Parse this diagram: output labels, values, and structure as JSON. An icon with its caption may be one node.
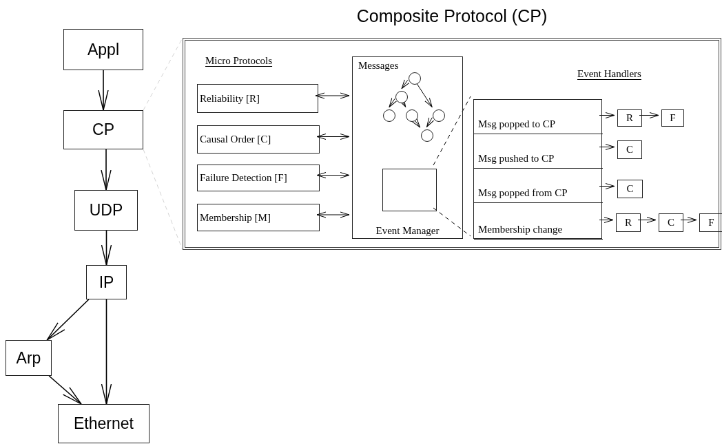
{
  "diagram": {
    "nodes": [
      {
        "text": [
          "Appl"
        ]
      },
      {
        "text": [
          "CP"
        ]
      },
      {
        "text": [
          "UDP"
        ]
      },
      {
        "text": [
          "IP"
        ]
      },
      {
        "text": [
          "Arp"
        ]
      },
      {
        "text": [
          "Ethernet"
        ]
      },
      {
        "text": [
          "Composite Protocol (CP)"
        ]
      },
      {
        "text": [
          "Reliability [R]"
        ],
        "in": 6
      },
      {
        "text": [
          "Causal Order [C]"
        ],
        "in": 6
      },
      {
        "text": [
          "Failure Detection [F]"
        ],
        "in": 6
      },
      {
        "text": [
          "Membership [M]"
        ],
        "in": 6
      },
      {
        "text": [
          "Messages",
          "Event Manager"
        ],
        "in": 6
      },
      {
        "text": [],
        "shape": "circle",
        "in": 11
      },
      {
        "text": [],
        "shape": "circle",
        "in": 11
      },
      {
        "text": [],
        "shape": "circle",
        "in": 11
      },
      {
        "text": [],
        "shape": "circle",
        "in": 11
      },
      {
        "text": [],
        "shape": "circle",
        "in": 11
      },
      {
        "text": [],
        "shape": "circle",
        "in": 11
      },
      {
        "text": [],
        "shape": "box",
        "in": 11
      },
      {
        "text": [],
        "shape": "box",
        "in": 6
      },
      {
        "text": [
          "Msg popped to CP"
        ],
        "in": 19
      },
      {
        "text": [
          "Msg pushed to CP"
        ],
        "in": 19
      },
      {
        "text": [
          "Msg popped from CP"
        ],
        "in": 19
      },
      {
        "text": [
          "Membership change"
        ],
        "in": 19
      },
      {
        "text": [
          "R"
        ],
        "in": 6
      },
      {
        "text": [
          "F"
        ],
        "in": 6
      },
      {
        "text": [
          "C"
        ],
        "in": 6
      },
      {
        "text": [
          "C"
        ],
        "in": 6
      },
      {
        "text": [
          "R"
        ],
        "in": 6
      },
      {
        "text": [
          "C"
        ],
        "in": 6
      },
      {
        "text": [
          "F"
        ],
        "in": 6
      }
    ],
    "edges": [
      {
        "from": 0,
        "to": 1,
        "arrow": "to"
      },
      {
        "from": 1,
        "to": 2,
        "arrow": "to"
      },
      {
        "from": 2,
        "to": 3,
        "arrow": "to"
      },
      {
        "from": 3,
        "to": 4,
        "arrow": "to"
      },
      {
        "from": 3,
        "to": 5,
        "arrow": "to"
      },
      {
        "from": 4,
        "to": 5,
        "arrow": "to"
      },
      {
        "from": 1,
        "to": 6,
        "arrow": "none",
        "style": "dashed",
        "color": "#d4d4d4"
      },
      {
        "from": 1,
        "to": 6,
        "arrow": "none",
        "style": "dashed",
        "color": "#d4d4d4"
      },
      {
        "from": 7,
        "to": 11,
        "arrow": "both"
      },
      {
        "from": 8,
        "to": 11,
        "arrow": "both"
      },
      {
        "from": 9,
        "to": 11,
        "arrow": "both"
      },
      {
        "from": 10,
        "to": 11,
        "arrow": "both"
      },
      {
        "from": 12,
        "to": 13,
        "arrow": "to"
      },
      {
        "from": 12,
        "to": 16,
        "arrow": "to"
      },
      {
        "from": 13,
        "to": 14,
        "arrow": "to"
      },
      {
        "from": 13,
        "to": 15,
        "arrow": "to"
      },
      {
        "from": 15,
        "to": 17,
        "arrow": "to"
      },
      {
        "from": 16,
        "to": 17,
        "arrow": "to"
      },
      {
        "from": 18,
        "to": 19,
        "arrow": "none",
        "style": "dashed"
      },
      {
        "from": 18,
        "to": 19,
        "arrow": "none",
        "style": "dashed"
      },
      {
        "from": 20,
        "to": 24,
        "arrow": "to"
      },
      {
        "from": 24,
        "to": 25,
        "arrow": "to"
      },
      {
        "from": 21,
        "to": 26,
        "arrow": "to"
      },
      {
        "from": 22,
        "to": 27,
        "arrow": "to"
      },
      {
        "from": 23,
        "to": 28,
        "arrow": "to"
      },
      {
        "from": 28,
        "to": 29,
        "arrow": "to"
      },
      {
        "from": 29,
        "to": 30,
        "arrow": "to"
      }
    ],
    "labels": [
      "Micro Protocols",
      "Event Handlers"
    ]
  }
}
